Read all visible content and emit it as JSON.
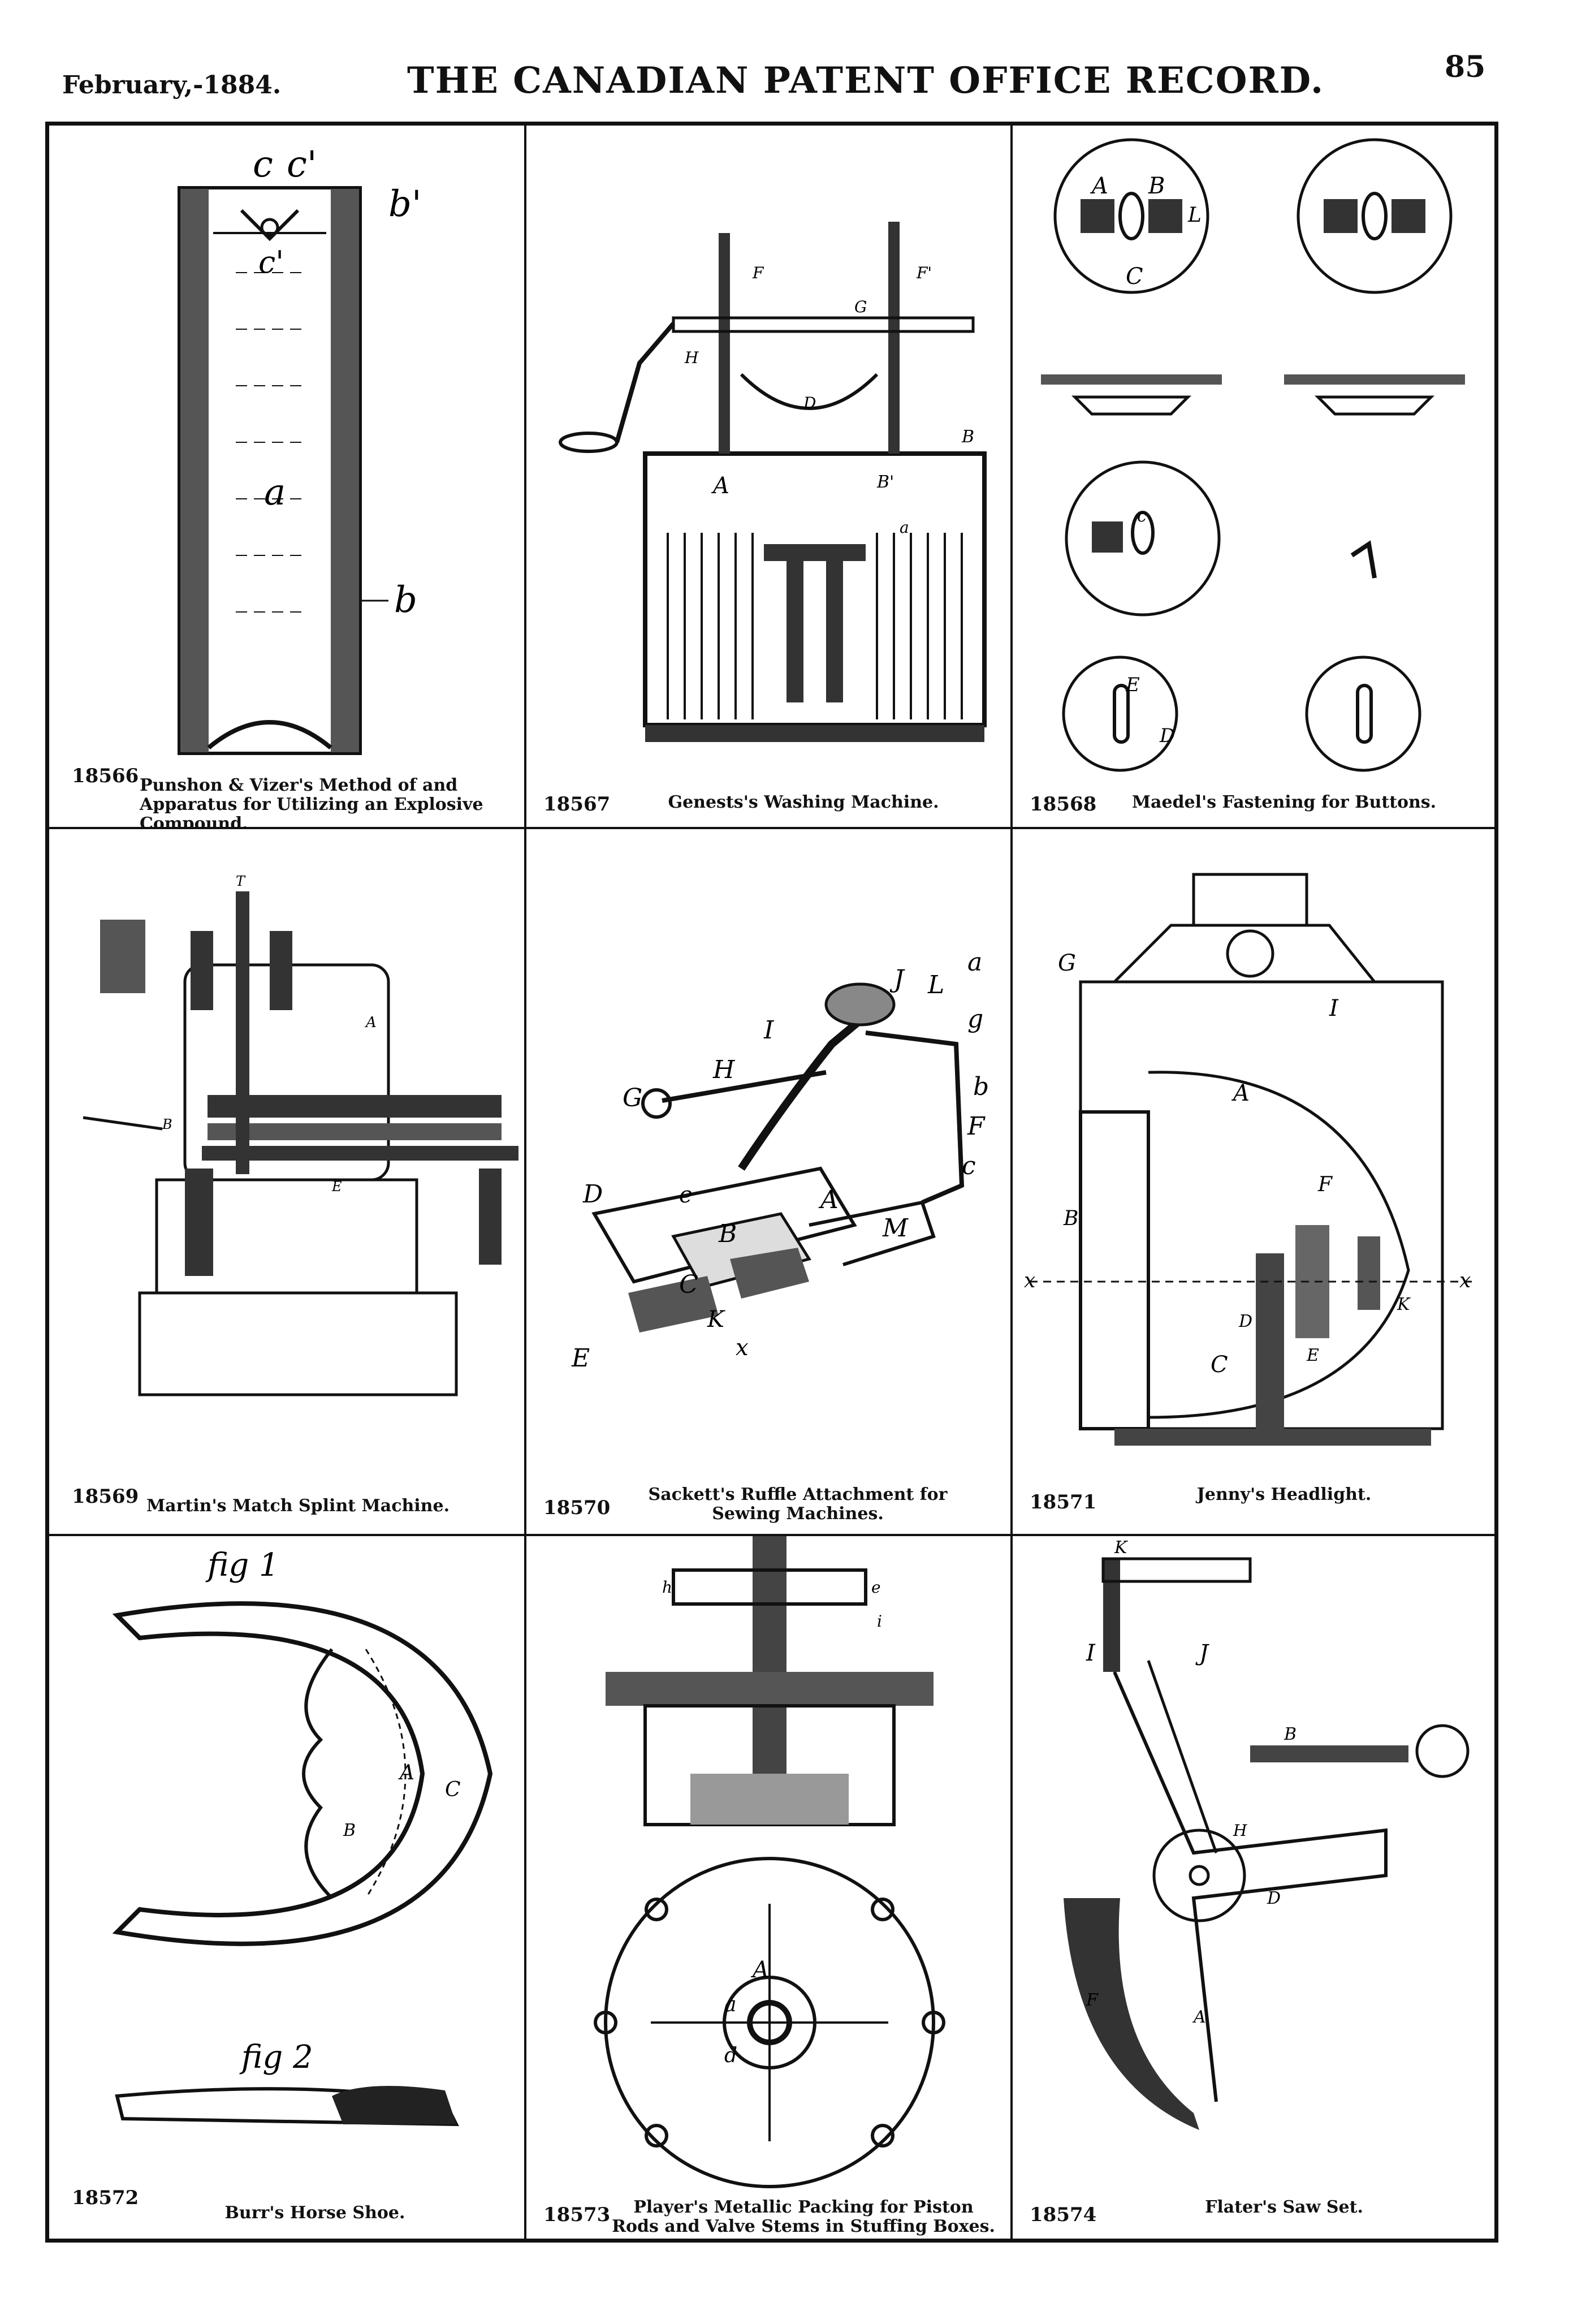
{
  "header": {
    "date": "February,-1884.",
    "title": "THE CANADIAN PATENT OFFICE RECORD.",
    "page_number": "85"
  },
  "patents": [
    {
      "number": "18566",
      "caption": "Punshon & Vizer's Method of and Apparatus for Utilizing an Explosive Compound.",
      "labels": {
        "c": "c",
        "c1": "c'",
        "b1": "b'",
        "c1b": "c'",
        "a": "a",
        "b": "b"
      }
    },
    {
      "number": "18567",
      "caption": "Genests's Washing Machine.",
      "labels": {
        "A": "A",
        "B": "B",
        "B1": "B'",
        "a": "a",
        "D": "D",
        "G": "G",
        "F": "F",
        "F1": "F'",
        "H": "H"
      }
    },
    {
      "number": "18568",
      "caption": "Maedel's Fastening for Buttons.",
      "labels": {
        "A": "A",
        "B": "B",
        "C": "C",
        "L": "L",
        "E": "E",
        "D": "D",
        "c": "c"
      }
    },
    {
      "number": "18569",
      "caption": "Martin's Match Splint Machine.",
      "labels": {
        "A": "A",
        "T": "T",
        "E": "E",
        "B": "B"
      }
    },
    {
      "number": "18570",
      "caption": "Sackett's Ruffle Attachment for Sewing Machines.",
      "labels": {
        "a": "a",
        "J": "J",
        "L": "L",
        "g": "g",
        "I": "I",
        "H": "H",
        "G": "G",
        "b": "b",
        "F": "F",
        "c": "c",
        "D": "D",
        "e": "e",
        "B": "B",
        "A": "A",
        "M": "M",
        "C": "C",
        "E": "E",
        "K": "K",
        "x": "x"
      }
    },
    {
      "number": "18571",
      "caption": "Jenny's Headlight.",
      "labels": {
        "G": "G",
        "I": "I",
        "A": "A",
        "F": "F",
        "B": "B",
        "x": "x",
        "x2": "x",
        "D": "D",
        "E": "E",
        "C": "C",
        "K": "K"
      }
    },
    {
      "number": "18572",
      "caption": "Burr's Horse Shoe.",
      "labels": {
        "fig1": "fig 1",
        "fig2": "fig 2",
        "A": "A",
        "C": "C",
        "B": "B"
      }
    },
    {
      "number": "18573",
      "caption": "Player's Metallic Packing for Piston Rods and Valve Stems in Stuffing Boxes.",
      "labels": {
        "A": "A",
        "a": "a",
        "d": "d",
        "h": "h",
        "e": "e",
        "i": "i"
      }
    },
    {
      "number": "18574",
      "caption": "Flater's Saw Set.",
      "labels": {
        "K": "K",
        "I": "I",
        "J": "J",
        "H": "H",
        "B": "B",
        "F": "F",
        "A": "A",
        "D": "D"
      }
    }
  ]
}
